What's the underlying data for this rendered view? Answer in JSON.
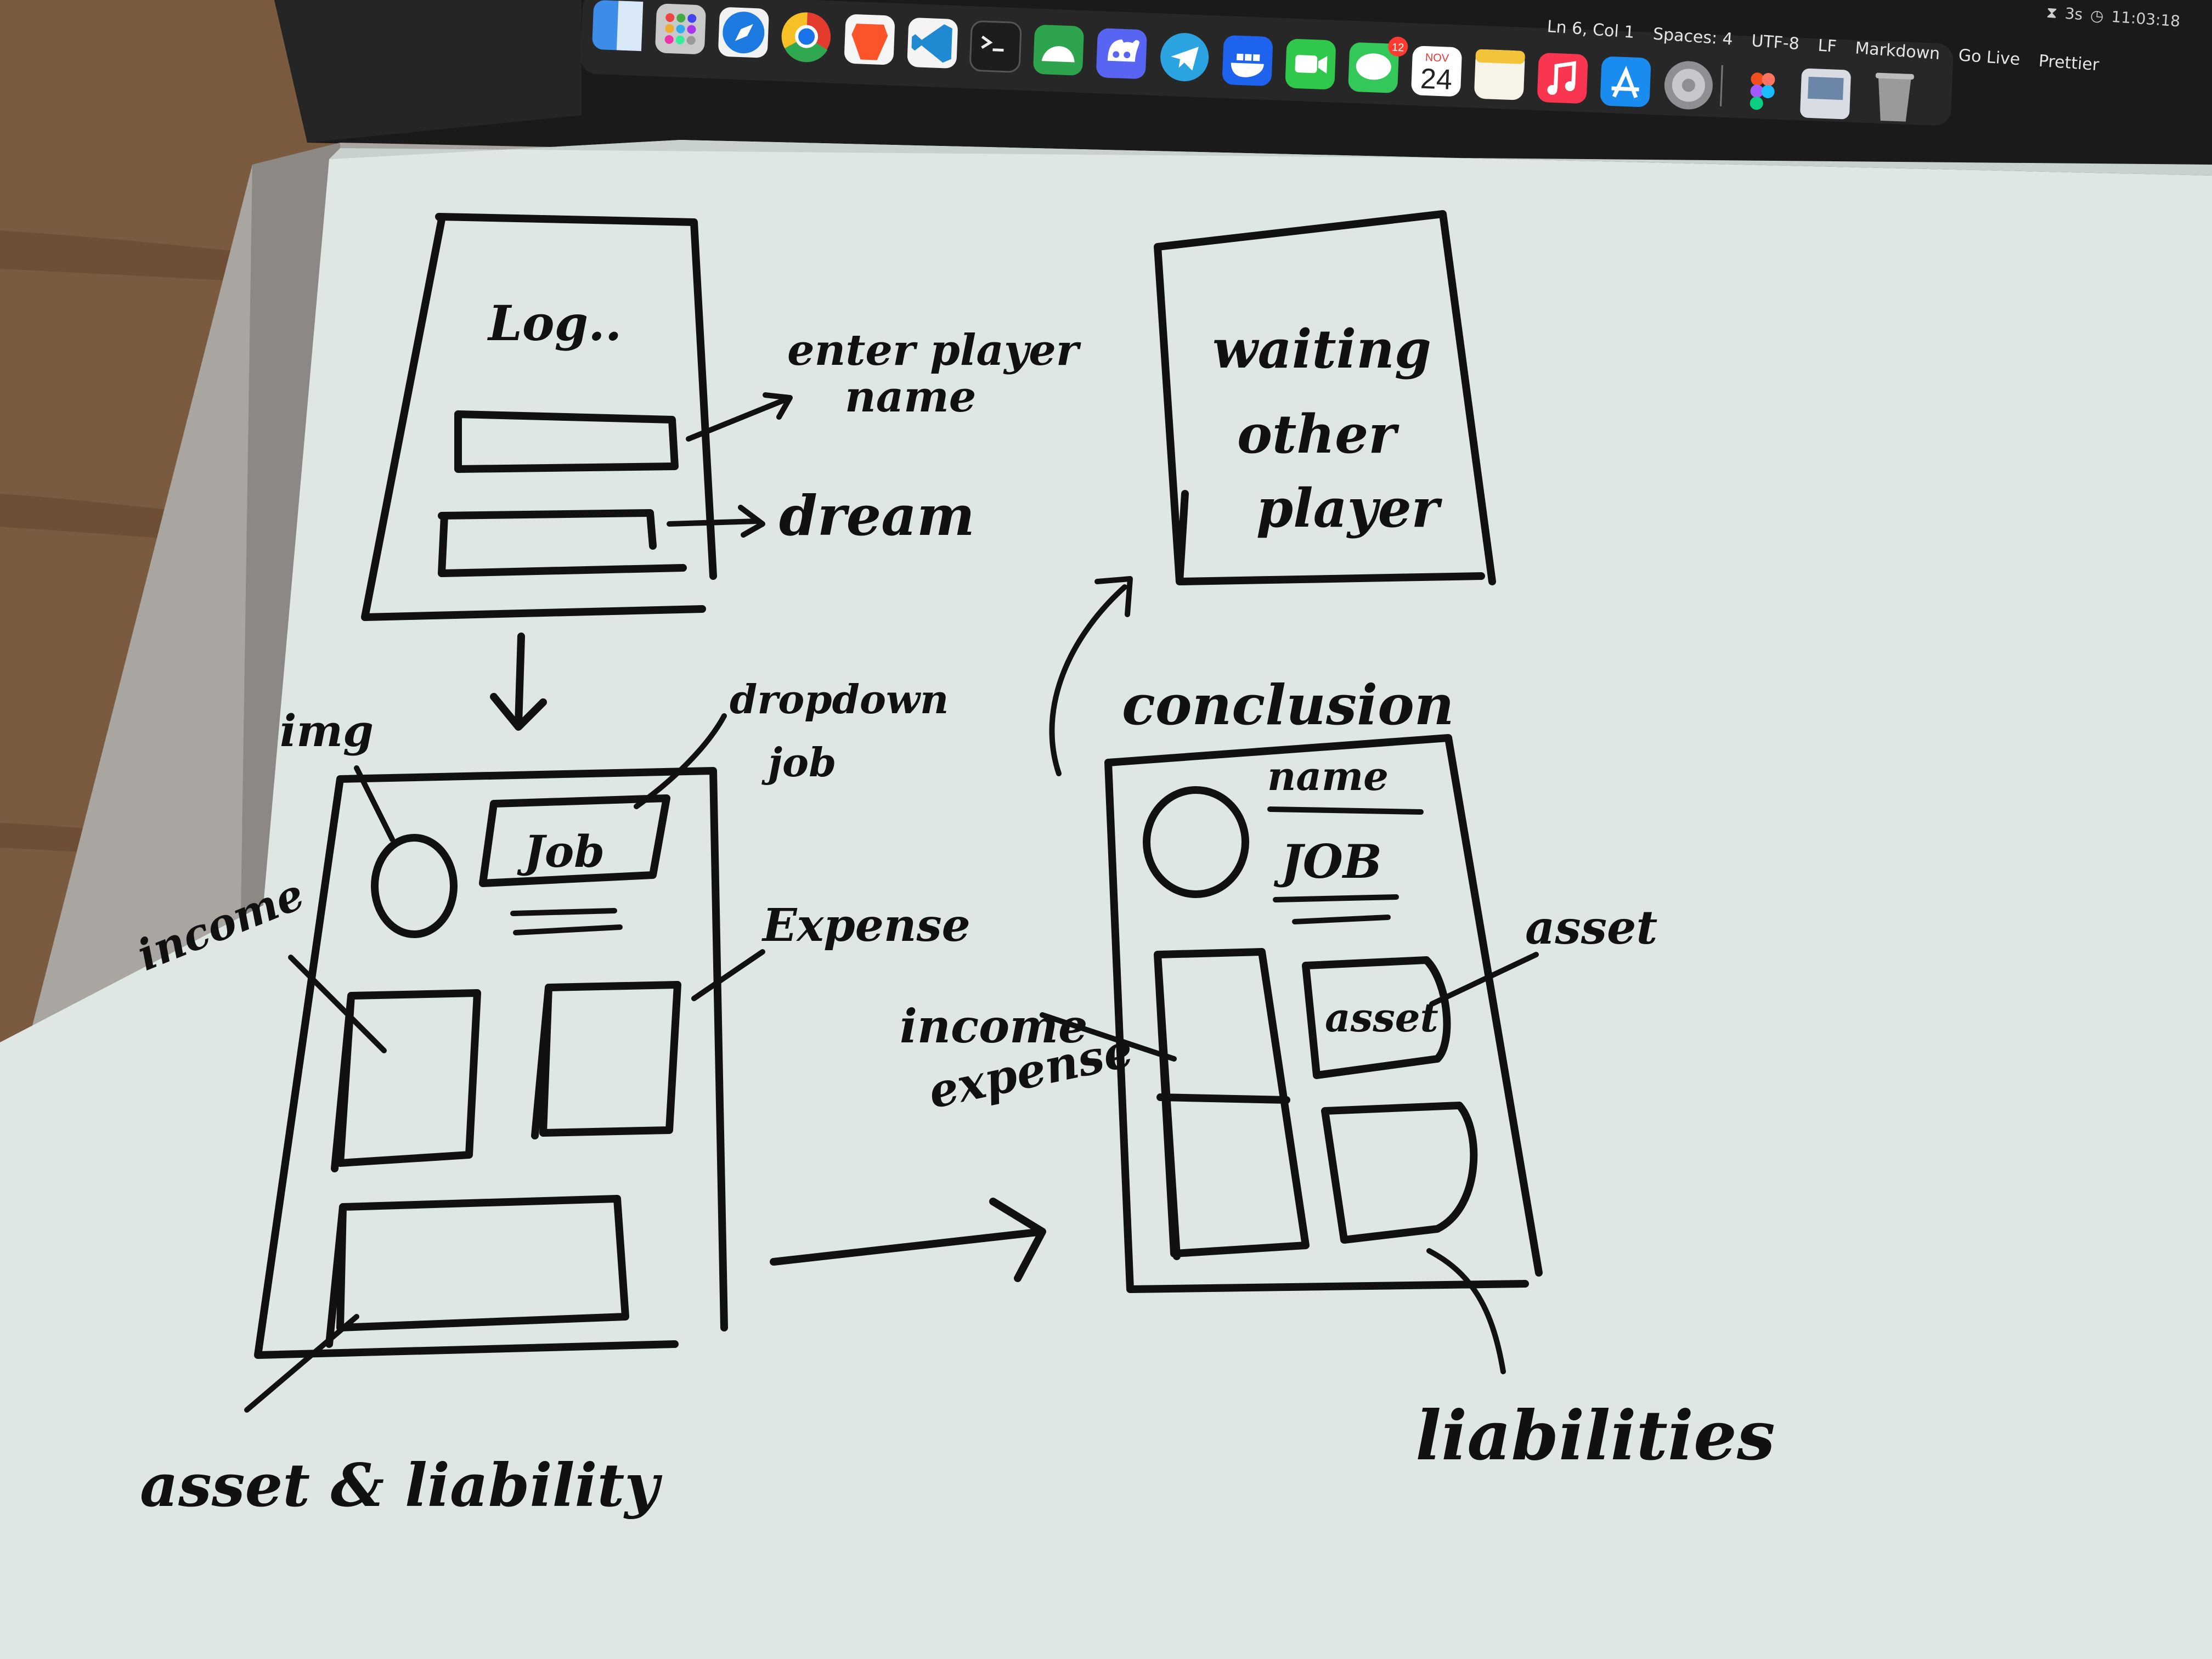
{
  "status_bar": {
    "position": "Ln 6, Col 1",
    "spaces": "Spaces: 4",
    "encoding": "UTF-8",
    "eol": "LF",
    "language": "Markdown",
    "go_live": "Go Live",
    "prettier": "Prettier",
    "timer": "3s",
    "clock": "11:03:18"
  },
  "dock": {
    "calendar_month": "NOV",
    "calendar_day": "24",
    "messages_badge": "12",
    "apps": [
      "finder-icon",
      "launchpad-icon",
      "safari-icon",
      "chrome-icon",
      "brave-icon",
      "vscode-icon",
      "terminal-icon",
      "app-icon",
      "discord-icon",
      "telegram-icon",
      "docker-icon",
      "facetime-icon",
      "messages-icon",
      "calendar-icon",
      "notes-icon",
      "music-icon",
      "app-store-icon",
      "settings-icon",
      "figma-icon",
      "preview-icon",
      "trash-icon"
    ]
  },
  "sketch": {
    "login": {
      "title": "Log..",
      "name_annotation_line1": "enter player",
      "name_annotation_line2": "name",
      "dream_annotation": "dream"
    },
    "waiting": {
      "line1": "waiting",
      "line2": "other",
      "line3": "player"
    },
    "main": {
      "img_label": "img",
      "job_box": "Job",
      "dropdown_line1": "dropdown",
      "dropdown_line2": "job",
      "income_label": "income",
      "expense_label": "Expense",
      "bottom_label": "asset & liability"
    },
    "conclusion": {
      "title": "conclusion",
      "name": "name",
      "job": "JOB",
      "income_line1": "income",
      "income_line2": "expense",
      "asset_label": "asset",
      "asset_box": "asset",
      "liabilities_label": "liabilities"
    }
  }
}
